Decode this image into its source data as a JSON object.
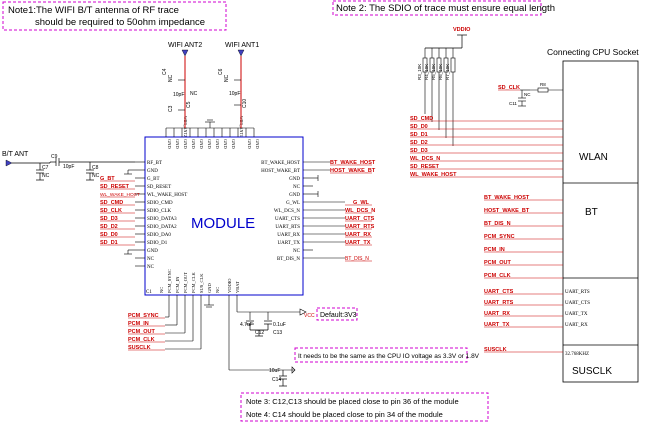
{
  "notes": {
    "note1_line1": "Note1:The WIFI B/T antenna of RF trace",
    "note1_line2": "should be required to 50ohm impedance",
    "note2": "Note 2: The SDIO of trace must ensure equal length",
    "note3": "Note 3: C12,C13 should be placed close to pin 36 of the module",
    "note4": "Note 4: C14 should be placed close to pin 34 of the module",
    "io_voltage": "It needs to be the same as the CPU IO voltage as 3.3V or 1.8V",
    "vcc_default": "Default:3V3"
  },
  "antennas": {
    "bt": "B/T ANT",
    "wifi2": "WIFI ANT2",
    "wifi1": "WIFI ANT1"
  },
  "module": {
    "title": "MODULE",
    "left_pins": [
      "RF_BT",
      "GND",
      "G_BT",
      "SD_RESET",
      "WL_WAKE_HOST",
      "SDIO_CMD",
      "SDIO_CLK",
      "SDIO_DATA3",
      "SDIO_DATA2",
      "SDIO_DA0",
      "SDIO_D1",
      "GND",
      "NC",
      "NC"
    ],
    "right_pins": [
      "BT_WAKE_HOST",
      "HOST_WAKE_BT",
      "GND",
      "NC",
      "GND",
      "G_WL",
      "WL_DCS_N",
      "UART_CTS",
      "UART_RTS",
      "UART_RX",
      "UART_TX",
      "NC",
      "BT_DIS_N"
    ],
    "top_pins": [
      "GND",
      "GND",
      "GND",
      "GND",
      "WIFI_ANT2",
      "GND",
      "GND",
      "GND",
      "GND",
      "GND",
      "WIFI_ANT1",
      "GND",
      "GND"
    ],
    "bottom_pins": [
      "NC",
      "PCM_SYNC",
      "PCM_IN",
      "PCM_OUT",
      "PCM_CLK",
      "SUS_CLK",
      "GND",
      "NC",
      "VDDIO",
      "VBAT"
    ],
    "c1_label": "C1"
  },
  "left_nets": [
    "G_BT",
    "SD_RESET",
    "WL_WAKE_HOST",
    "SD_CMD",
    "SD_CLK",
    "SD_D3",
    "SD_D2",
    "SD_D0",
    "SD_D1"
  ],
  "right_nets": [
    "BT_WAKE_HOST",
    "HOST_WAKE_BT",
    "G_WL",
    "WL_DCS_N",
    "UART_CTS",
    "UART_RTS",
    "UART_RX",
    "UART_TX",
    "BT_DIS_N"
  ],
  "bottom_nets": [
    "PCM_SYNC",
    "PCM_IN",
    "PCM_OUT",
    "PCM_CLK",
    "SUSCLK"
  ],
  "components": {
    "c9": "C9",
    "c9_val": "10pF",
    "c7": "C7",
    "c7_val": "NC",
    "c8": "C8",
    "c8_val": "NC",
    "c4": "C4",
    "c4_val": "NC",
    "c3": "C3",
    "c3_val": "10pF",
    "c5": "C5",
    "c5_val": "NC",
    "c6": "C6",
    "c6_val": "NC",
    "c10": "C10",
    "c10_val": "10pF",
    "c12": "C12",
    "c12_val": "4.7uF",
    "c13": "C13",
    "c13_val": "0.1uF",
    "c14": "C14",
    "c14_val": "10uF",
    "c11": "C11",
    "c11_val": "NC",
    "r8": "R8",
    "vcc": "VCC",
    "vddio": "VDDIO"
  },
  "resistors": [
    "R3_10K",
    "R4_10K",
    "R5_10K",
    "R6_10K",
    "R7_10K"
  ],
  "cpu": {
    "title": "Connecting CPU Socket",
    "wlan": "WLAN",
    "bt": "BT",
    "susclk": "SUSCLK",
    "wlan_nets": [
      "SD_CLK",
      "SD_CMD",
      "SD_D0",
      "SD_D1",
      "SD_D2",
      "SD_D3",
      "WL_DCS_N",
      "SD_RESET",
      "WL_WAKE_HOST"
    ],
    "bt_nets": [
      "BT_WAKE_HOST",
      "HOST_WAKE_BT",
      "BT_DIS_N",
      "PCM_SYNC",
      "PCM_IN",
      "PCM_OUT",
      "PCM_CLK"
    ],
    "uart_nets": [
      "UART_CTS",
      "UART_RTS",
      "UART_RX",
      "UART_TX"
    ],
    "uart_pins": [
      "UART_RTS",
      "UART_CTS",
      "UART_TX",
      "UART_RX"
    ],
    "susclk_net": "SUSCLK",
    "susclk_pin": "32.768KHZ"
  }
}
